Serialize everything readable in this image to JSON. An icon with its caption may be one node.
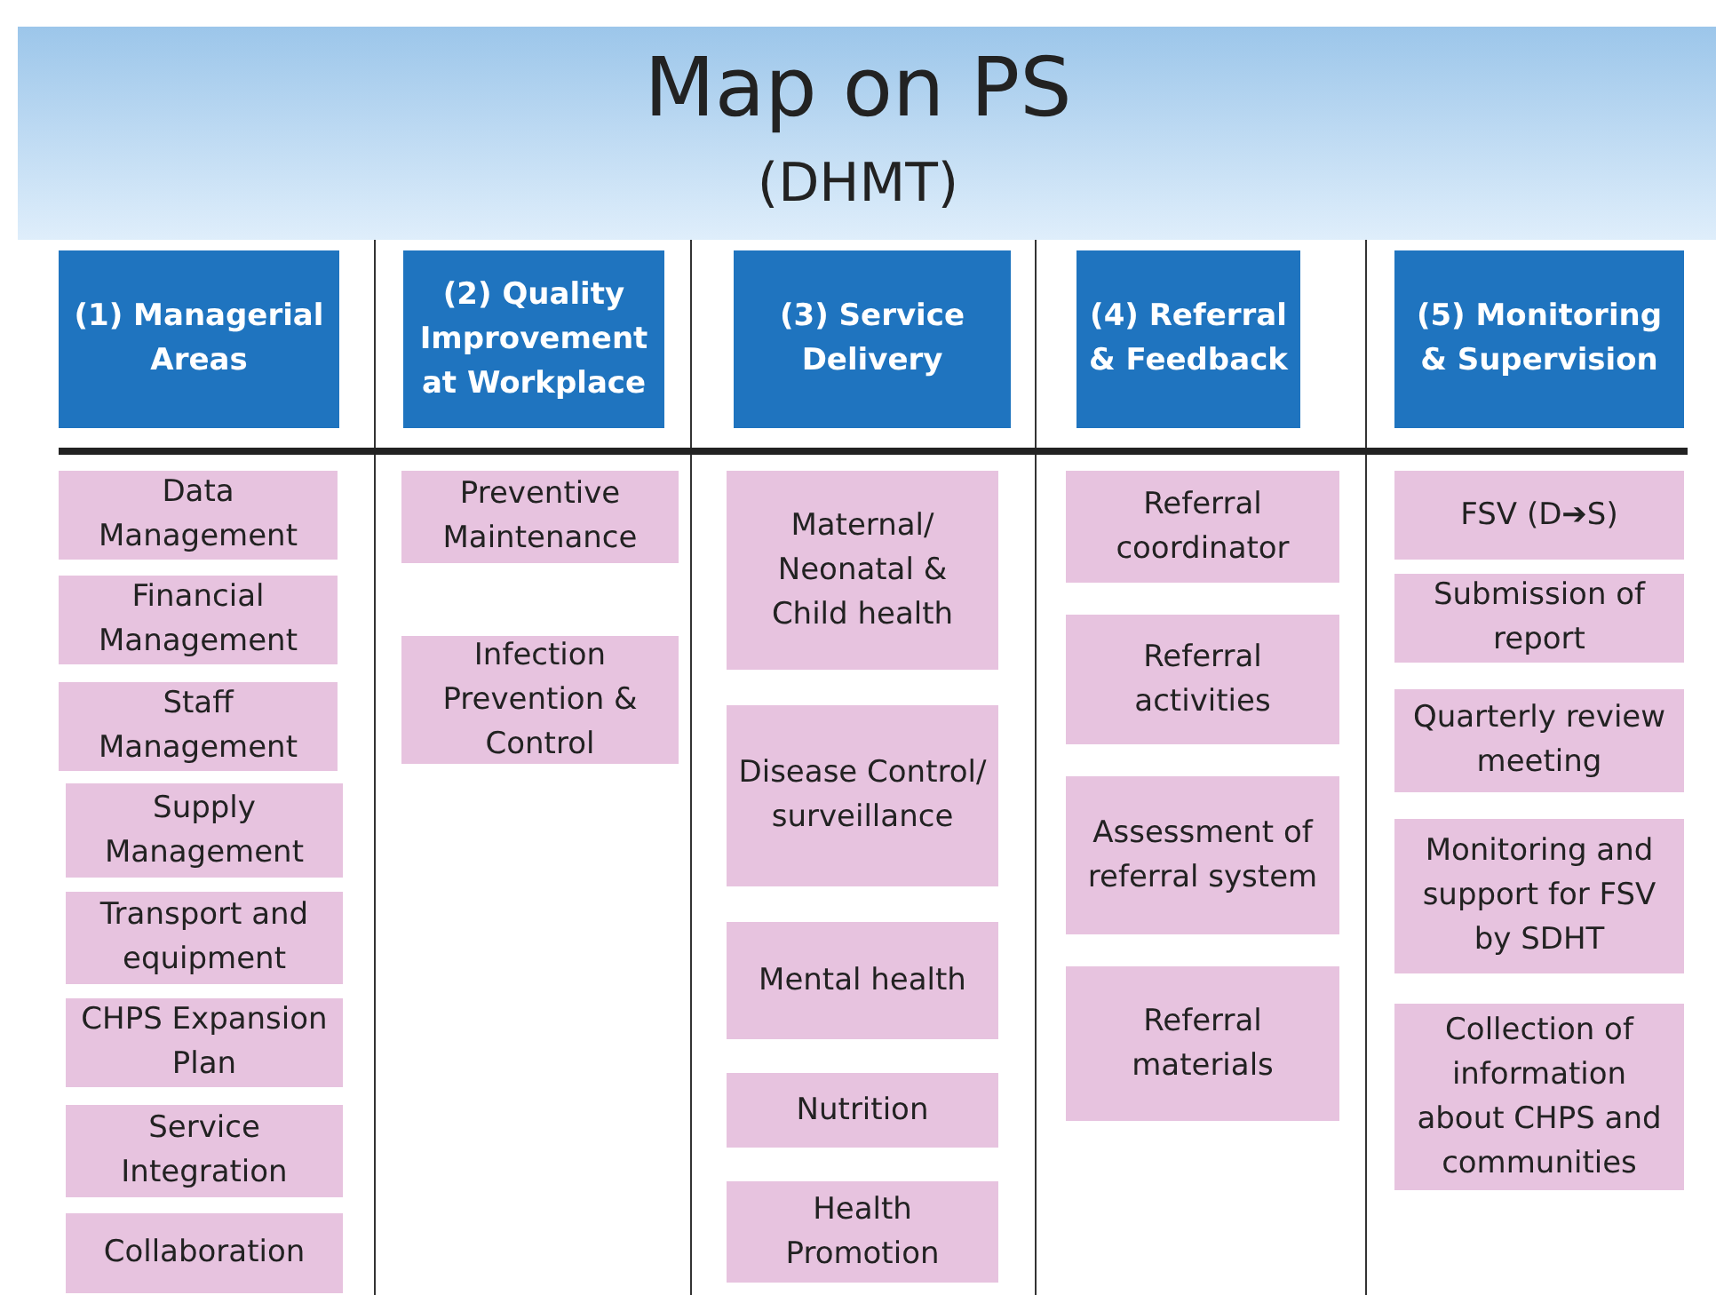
{
  "diagram": {
    "title": "Map on PS",
    "labels": [
      "(DHMT)"
    ],
    "nodes": [
      {
        "text": [
          "(1) Managerial Areas"
        ]
      },
      {
        "text": [
          "Data Management"
        ]
      },
      {
        "text": [
          "Financial Management"
        ]
      },
      {
        "text": [
          "Staff Management"
        ]
      },
      {
        "text": [
          "Supply Management"
        ]
      },
      {
        "text": [
          "Transport and equipment"
        ]
      },
      {
        "text": [
          "CHPS Expansion Plan"
        ]
      },
      {
        "text": [
          "Service Integration"
        ]
      },
      {
        "text": [
          "Collaboration"
        ]
      },
      {
        "text": [
          "(2) Quality Improvement at Workplace"
        ]
      },
      {
        "text": [
          "Preventive Maintenance"
        ]
      },
      {
        "text": [
          "Infection Prevention & Control"
        ]
      },
      {
        "text": [
          "(3) Service Delivery"
        ]
      },
      {
        "text": [
          "Maternal/ Neonatal & Child health"
        ]
      },
      {
        "text": [
          "Disease Control/ surveillance"
        ]
      },
      {
        "text": [
          "Mental health"
        ]
      },
      {
        "text": [
          "Nutrition"
        ]
      },
      {
        "text": [
          "Health Promotion"
        ]
      },
      {
        "text": [
          "(4) Referral & Feedback"
        ]
      },
      {
        "text": [
          "Referral coordinator"
        ]
      },
      {
        "text": [
          "Referral activities"
        ]
      },
      {
        "text": [
          "Assessment of referral system"
        ]
      },
      {
        "text": [
          "Referral materials"
        ]
      },
      {
        "text": [
          "(5) Monitoring & Supervision"
        ]
      },
      {
        "text": [
          "FSV (D➔S)"
        ]
      },
      {
        "text": [
          "Submission of report"
        ]
      },
      {
        "text": [
          "Quarterly review meeting"
        ]
      },
      {
        "text": [
          "Monitoring and support for FSV by SDHT"
        ]
      },
      {
        "text": [
          "Collection of information about CHPS and communities"
        ]
      }
    ]
  }
}
